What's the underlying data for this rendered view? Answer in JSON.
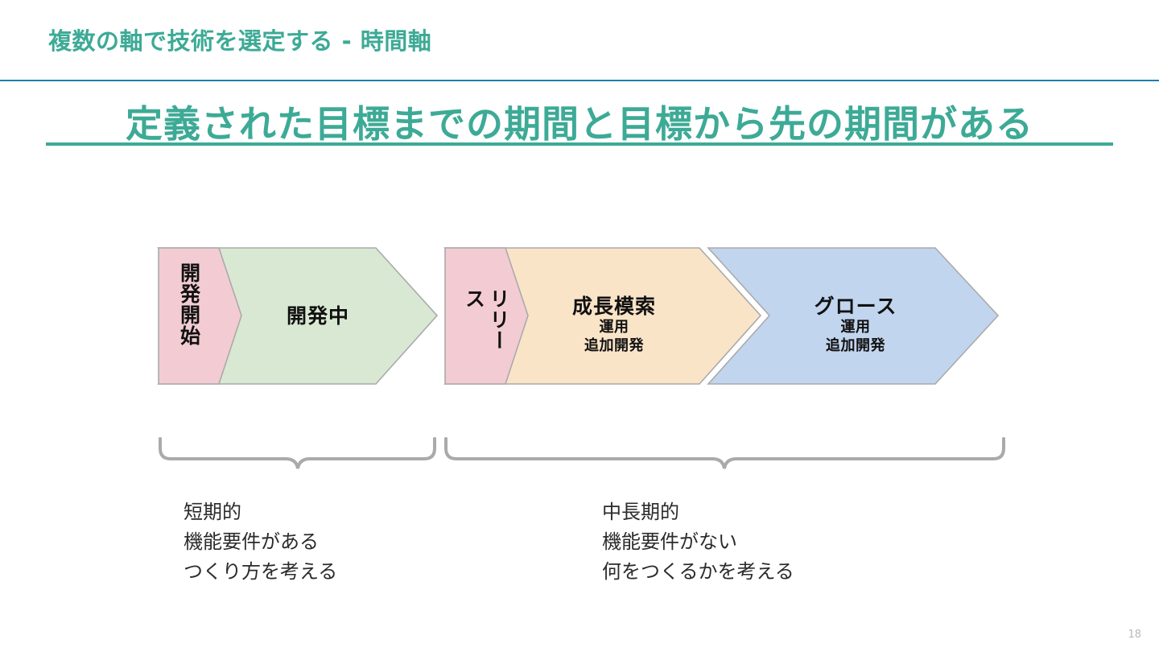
{
  "header": {
    "title": "複数の軸で技術を選定する - 時間軸",
    "accent_color": "#3daa96",
    "rule_color": "#1c7fa8"
  },
  "main_title": {
    "text": "定義された目標までの期間と目標から先の期間がある",
    "color": "#3daa96"
  },
  "diagram": {
    "phases": [
      {
        "id": "kaihatsu-kaishi",
        "label": "開発開始",
        "orientation": "vertical",
        "fill": "#f2ccd2",
        "stroke": "#aaaaaa"
      },
      {
        "id": "kaihatsu-chu",
        "label": "開発中",
        "sublines": [],
        "orientation": "horizontal",
        "fill": "#d9e8d3",
        "stroke": "#aaaaaa"
      },
      {
        "id": "release",
        "label": "リリース",
        "orientation": "vertical",
        "fill": "#f2ccd2",
        "stroke": "#aaaaaa"
      },
      {
        "id": "seicho-mosaku",
        "label": "成長模索",
        "sublines": [
          "運用",
          "追加開発"
        ],
        "orientation": "horizontal",
        "fill": "#fae4c8",
        "stroke": "#aaaaaa"
      },
      {
        "id": "growth",
        "label": "グロース",
        "sublines": [
          "運用",
          "追加開発"
        ],
        "orientation": "horizontal",
        "fill": "#c2d5ef",
        "stroke": "#aaaaaa"
      }
    ],
    "brace_color": "#aaaaaa"
  },
  "captions": [
    {
      "id": "short-term",
      "lines": [
        "短期的",
        "機能要件がある",
        "つくり方を考える"
      ],
      "text": "短期的\n機能要件がある\nつくり方を考える"
    },
    {
      "id": "mid-long-term",
      "lines": [
        "中長期的",
        "機能要件がない",
        "何をつくるかを考える"
      ],
      "text": "中長期的\n機能要件がない\n何をつくるかを考える"
    }
  ],
  "footer": {
    "page_number": "18"
  }
}
